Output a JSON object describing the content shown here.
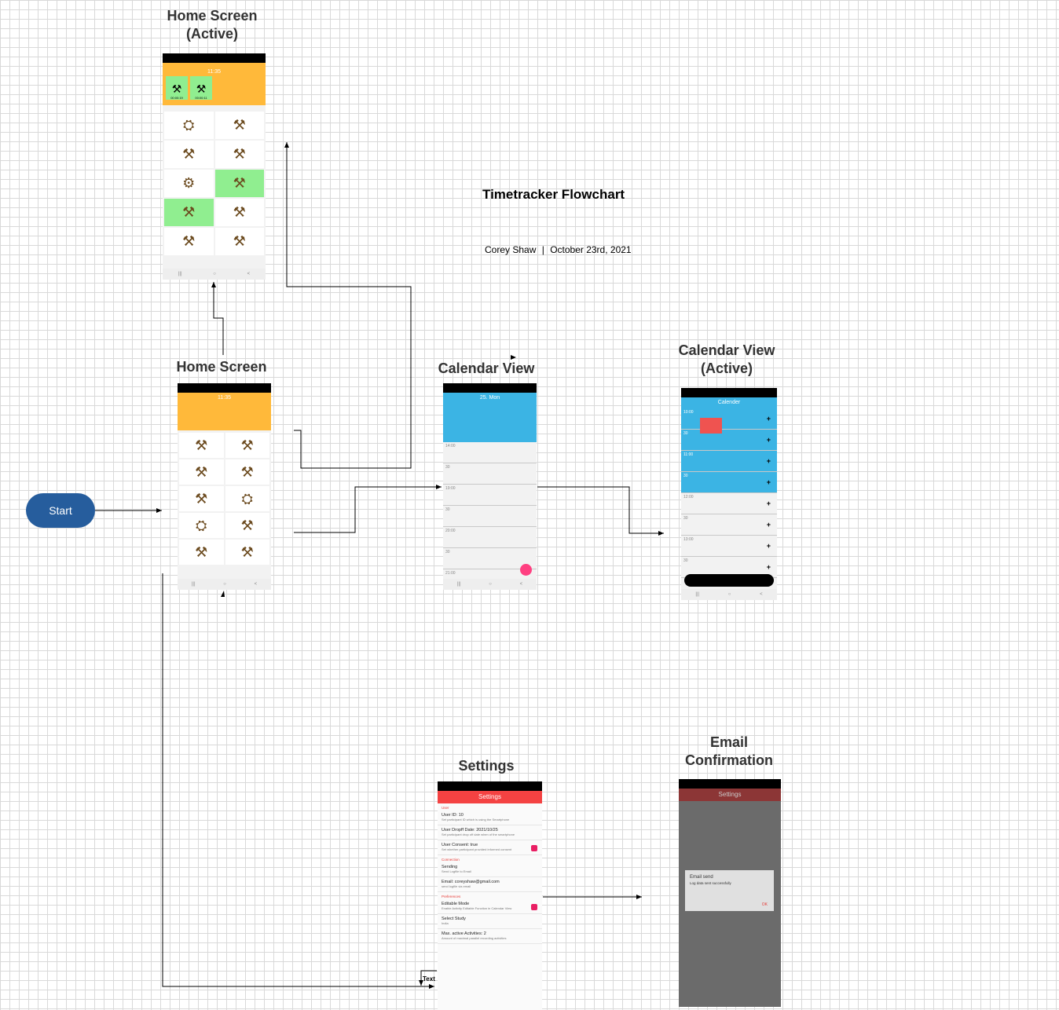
{
  "document": {
    "title": "Timetracker Flowchart",
    "author": "Corey Shaw",
    "separator": "|",
    "date": "October 23rd, 2021"
  },
  "nodes": {
    "start": "Start",
    "home_active": "Home Screen (Active)",
    "home": "Home Screen",
    "calendar": "Calendar View",
    "calendar_active": "Calendar View (Active)",
    "settings": "Settings",
    "email": "Email Confirmation"
  },
  "edge_labels": {
    "settings_back": "Text"
  },
  "screens": {
    "home_active": {
      "time": "11:35",
      "timers": [
        "00:00:19",
        "00:00:11"
      ]
    },
    "home": {
      "time": "11:35"
    },
    "calendar": {
      "header": "25. Mon",
      "rows": [
        "30",
        "14:00",
        "30",
        "19:00",
        "30",
        "20:00",
        "30",
        "21:00",
        "30"
      ]
    },
    "calendar_active": {
      "header": "Calender",
      "rows": [
        "10:00",
        "30",
        "11:00",
        "30",
        "12:00",
        "30",
        "13:00",
        "30"
      ]
    },
    "settings": {
      "header": "Settings",
      "sections": [
        "User",
        "Connection",
        "Preferences"
      ],
      "items": [
        {
          "title": "User ID: 10",
          "sub": "Set participant ID which is using the Smartphone"
        },
        {
          "title": "User Dropff Date: 2021/10/25",
          "sub": "Set participant drop off date when of the smartphone"
        },
        {
          "title": "User Consent: true",
          "sub": "Set whether participant provided informed consent"
        },
        {
          "title": "Sending",
          "sub": "Send Logfile to Email"
        },
        {
          "title": "Email: coreyshaw@gmail.com",
          "sub": "send logfile via email"
        },
        {
          "title": "Editable Mode",
          "sub": "Enable Activity Editable Function in Calendar View"
        },
        {
          "title": "Select Study",
          "sub": "India"
        },
        {
          "title": "Max. active Activities: 2",
          "sub": "Amount of maximal parallel recording activities"
        }
      ]
    },
    "email": {
      "header": "Settings",
      "dialog_title": "Email send",
      "dialog_body": "Log data sent successfully",
      "dialog_ok": "OK"
    }
  },
  "colors": {
    "start": "#265d9d",
    "home_header": "#ffb93a",
    "calendar_header": "#3bb4e4",
    "settings_header": "#f44242",
    "active_cell": "#90ee90",
    "fab": "#ff4081"
  }
}
